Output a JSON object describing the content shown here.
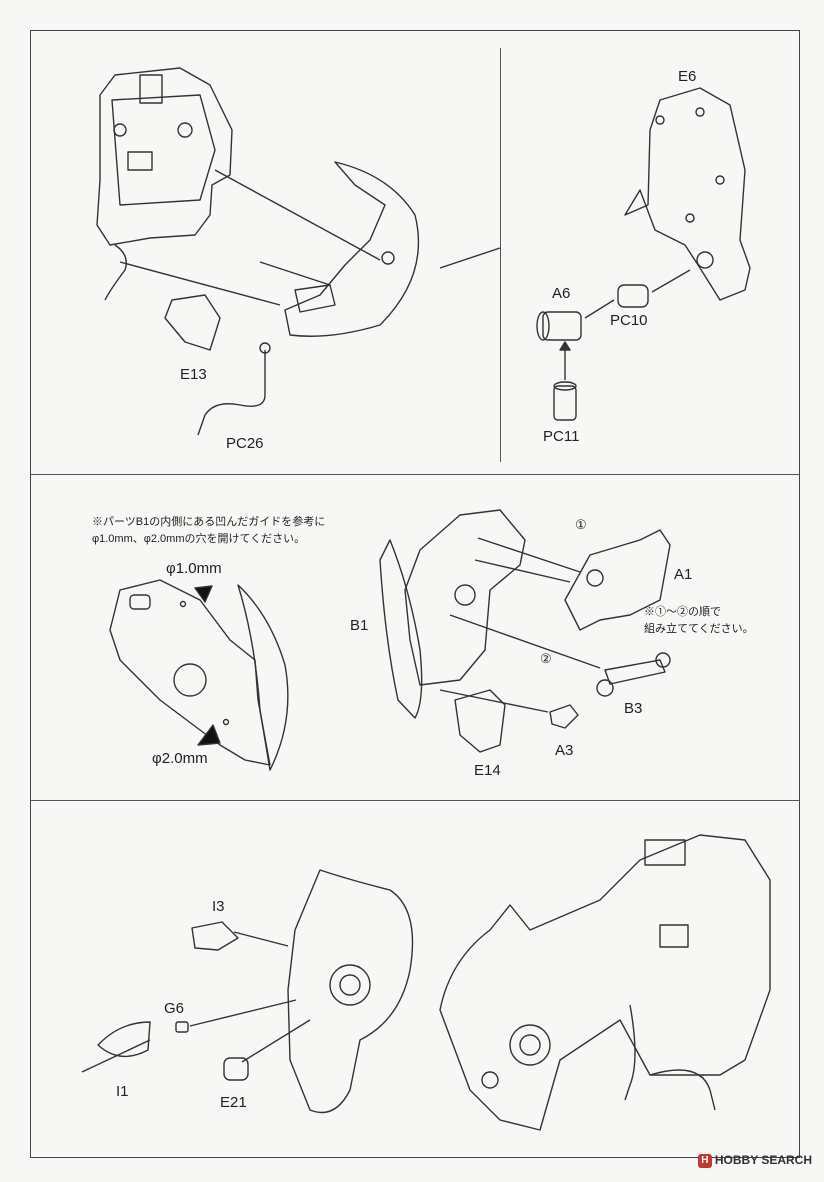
{
  "step1": {
    "labels": {
      "e13": "E13",
      "pc26": "PC26",
      "e6": "E6",
      "a6": "A6",
      "pc10": "PC10",
      "pc11": "PC11"
    }
  },
  "step2": {
    "note_drill": "※パーツB1の内側にある凹んだガイドを参考に\nφ1.0mm、φ2.0mmの穴を開けてください。",
    "hole_small": "φ1.0mm",
    "hole_large": "φ2.0mm",
    "labels": {
      "b1": "B1",
      "a1": "A1",
      "b3": "B3",
      "a3": "A3",
      "e14": "E14"
    },
    "order_marks": [
      "①",
      "②"
    ],
    "note_order": "※①～②の順で\n組み立ててください。"
  },
  "step3": {
    "labels": {
      "i3": "I3",
      "g6": "G6",
      "i1": "I1",
      "e21": "E21"
    }
  },
  "watermark": "HOBBY SEARCH",
  "watermark_badge": "H"
}
